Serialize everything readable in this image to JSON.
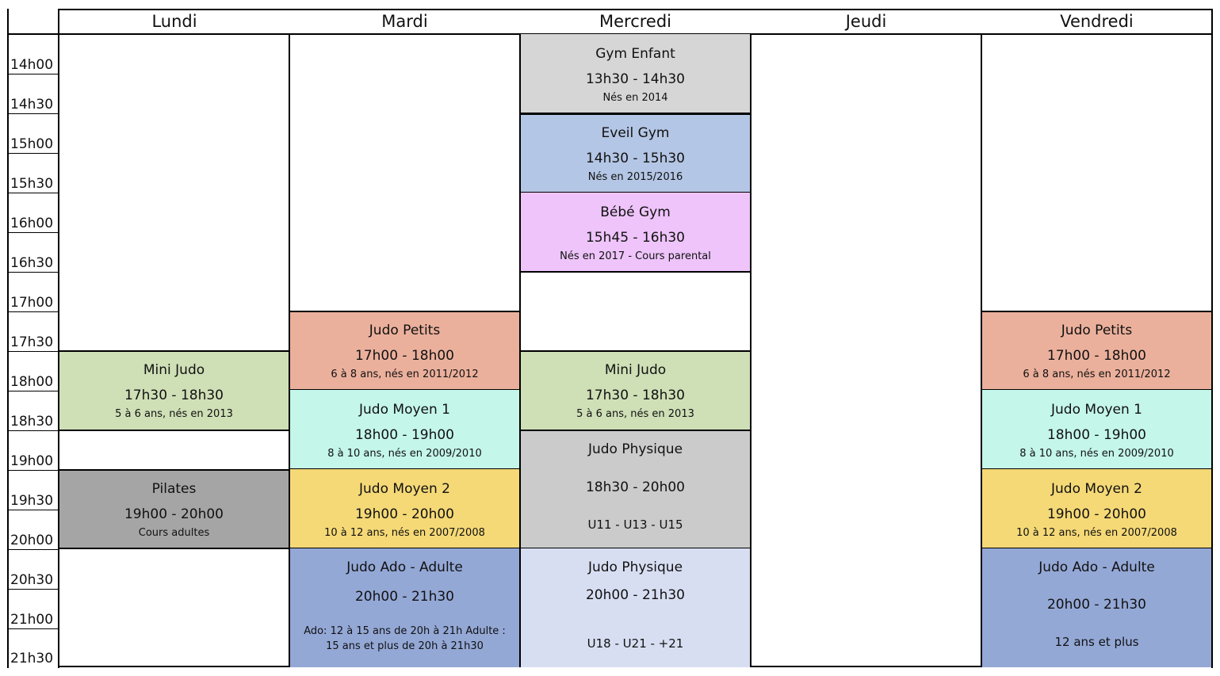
{
  "days": [
    "Lundi",
    "Mardi",
    "Mercredi",
    "Jeudi",
    "Vendredi"
  ],
  "times": [
    "14h00",
    "14h30",
    "15h00",
    "15h30",
    "16h00",
    "16h30",
    "17h00",
    "17h30",
    "18h00",
    "18h30",
    "19h00",
    "19h30",
    "20h00",
    "20h30",
    "21h00",
    "21h30"
  ],
  "colors": {
    "light_gray": "#d6d6d6",
    "blue": "#b4c6e5",
    "pink": "#eec4fa",
    "salmon": "#ebb09c",
    "green": "#cfdfb6",
    "mint": "#c4f6ea",
    "yellow": "#f5d977",
    "dark_gray": "#a5a5a5",
    "mid_gray": "#cbcbcb",
    "navy": "#94a8d6",
    "lavender": "#d8def2"
  },
  "blocks": {
    "lundi_mini": {
      "title": "Mini Judo",
      "time": "17h30 - 18h30",
      "note": "5 à 6 ans, nés en 2013"
    },
    "lundi_pilates": {
      "title": "Pilates",
      "time": "19h00 - 20h00",
      "note": "Cours adultes"
    },
    "mardi_petits": {
      "title": "Judo Petits",
      "time": "17h00 - 18h00",
      "note": "6 à 8 ans, nés en 2011/2012"
    },
    "mardi_moyen1": {
      "title": "Judo Moyen 1",
      "time": "18h00 - 19h00",
      "note": "8 à 10 ans, nés en 2009/2010"
    },
    "mardi_moyen2": {
      "title": "Judo Moyen 2",
      "time": "19h00 - 20h00",
      "note": "10 à 12 ans, nés en 2007/2008"
    },
    "mardi_ado": {
      "title": "Judo Ado - Adulte",
      "time": "20h00 - 21h30",
      "note": "Ado: 12 à 15 ans de 20h à 21h Adulte : 15 ans et plus de 20h à 21h30"
    },
    "mer_gym_enfant": {
      "title": "Gym Enfant",
      "time": "13h30 - 14h30",
      "note": "Nés en 2014"
    },
    "mer_eveil": {
      "title": "Eveil Gym",
      "time": "14h30 - 15h30",
      "note": "Nés en 2015/2016"
    },
    "mer_bebe": {
      "title": "Bébé Gym",
      "time": "15h45 - 16h30",
      "note": "Nés en 2017 - Cours parental"
    },
    "mer_mini": {
      "title": "Mini Judo",
      "time": "17h30 - 18h30",
      "note": "5 à 6 ans, nés en 2013"
    },
    "mer_physique1": {
      "title": "Judo Physique",
      "time": "18h30 - 20h00",
      "note": "U11 - U13 - U15"
    },
    "mer_physique2": {
      "title": "Judo Physique",
      "time": "20h00 - 21h30",
      "note": "U18 - U21 - +21"
    },
    "ven_petits": {
      "title": "Judo Petits",
      "time": "17h00 - 18h00",
      "note": "6 à 8 ans, nés en 2011/2012"
    },
    "ven_moyen1": {
      "title": "Judo Moyen 1",
      "time": "18h00 - 19h00",
      "note": "8 à 10 ans, nés en 2009/2010"
    },
    "ven_moyen2": {
      "title": "Judo Moyen 2",
      "time": "19h00 - 20h00",
      "note": "10 à 12 ans, nés en 2007/2008"
    },
    "ven_ado": {
      "title": "Judo Ado - Adulte",
      "time": "20h00 - 21h30",
      "note": "12 ans et plus"
    }
  }
}
